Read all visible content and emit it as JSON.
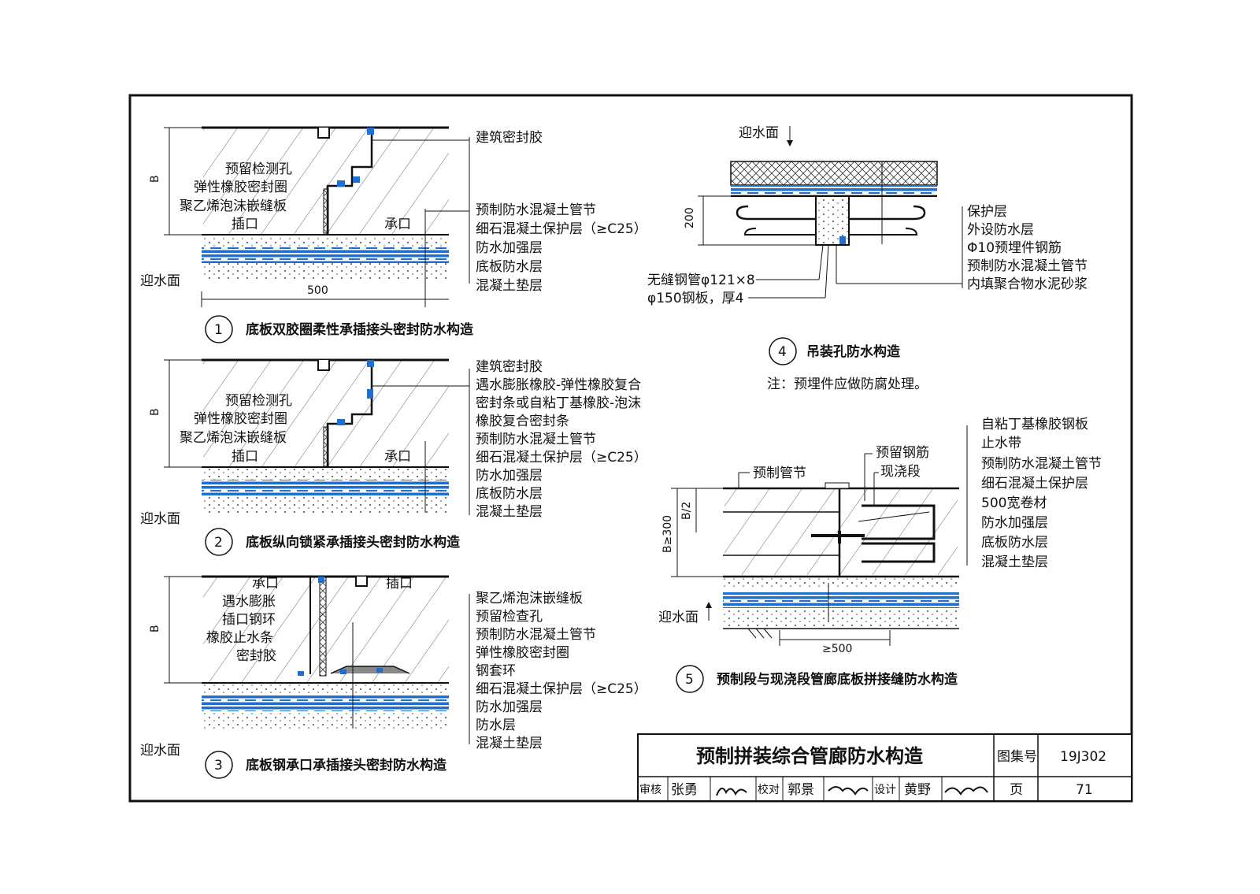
{
  "colors": {
    "waterproof_blue": "#1f6fd1",
    "line": "#111111",
    "paper": "#ffffff"
  },
  "detail1": {
    "num": "1",
    "title": "底板双胶圈柔性承插接头密封防水构造",
    "dim_b": "B",
    "dim_500": "500",
    "water_face": "迎水面",
    "left_labels": [
      "预留检测孔",
      "弹性橡胶密封圈",
      "聚乙烯泡沫嵌缝板",
      "插口"
    ],
    "socket": "承口",
    "right_labels": [
      "建筑密封胶",
      "预制防水混凝土管节",
      "细石混凝土保护层（≥C25）",
      "防水加强层",
      "底板防水层",
      "混凝土垫层"
    ]
  },
  "detail2": {
    "num": "2",
    "title": "底板纵向锁紧承插接头密封防水构造",
    "dim_b": "B",
    "water_face": "迎水面",
    "left_labels": [
      "预留检测孔",
      "弹性橡胶密封圈",
      "聚乙烯泡沫嵌缝板",
      "插口"
    ],
    "socket": "承口",
    "right_labels": [
      "建筑密封胶",
      "遇水膨胀橡胶-弹性橡胶复合",
      "密封条或自粘丁基橡胶-泡沫",
      "橡胶复合密封条",
      "预制防水混凝土管节",
      "细石混凝土保护层（≥C25）",
      "防水加强层",
      "底板防水层",
      "混凝土垫层"
    ]
  },
  "detail3": {
    "num": "3",
    "title": "底板钢承口承插接头密封防水构造",
    "dim_b": "B",
    "water_face": "迎水面",
    "left_labels": [
      "承口",
      "遇水膨胀",
      "插口钢环",
      "橡胶止水条",
      "密封胶"
    ],
    "spigot": "插口",
    "right_labels": [
      "聚乙烯泡沫嵌缝板",
      "预留检查孔",
      "预制防水混凝土管节",
      "弹性橡胶密封圈",
      "钢套环",
      "细石混凝土保护层（≥C25）",
      "防水加强层",
      "防水层",
      "混凝土垫层"
    ]
  },
  "detail4": {
    "num": "4",
    "title": "吊装孔防水构造",
    "water_face": "迎水面",
    "dim_200": "200",
    "right_labels": [
      "保护层",
      "外设防水层",
      "Φ10预埋件钢筋",
      "预制防水混凝土管节",
      "内填聚合物水泥砂浆"
    ],
    "left_labels": [
      "无缝钢管φ121×8",
      "φ150钢板，厚4"
    ],
    "note": "注：预埋件应做防腐处理。"
  },
  "detail5": {
    "num": "5",
    "title": "预制段与现浇段管廊底板拼接缝防水构造",
    "water_face": "迎水面",
    "dim_b300": "B≥300",
    "dim_b2": "B/2",
    "dim_500": "≥500",
    "top_labels": [
      "预制管节",
      "预留钢筋",
      "现浇段"
    ],
    "right_labels": [
      "自粘丁基橡胶钢板",
      "止水带",
      "预制防水混凝土管节",
      "细石混凝土保护层",
      "500宽卷材",
      "防水加强层",
      "底板防水层",
      "混凝土垫层"
    ]
  },
  "title_block": {
    "title": "预制拼装综合管廊防水构造",
    "atlas_label": "图集号",
    "atlas_no": "19J302",
    "review_label": "审核",
    "reviewer": "张勇",
    "check_label": "校对",
    "checker": "郭景",
    "design_label": "设计",
    "designer": "黄野",
    "page_label": "页",
    "page_no": "71"
  }
}
